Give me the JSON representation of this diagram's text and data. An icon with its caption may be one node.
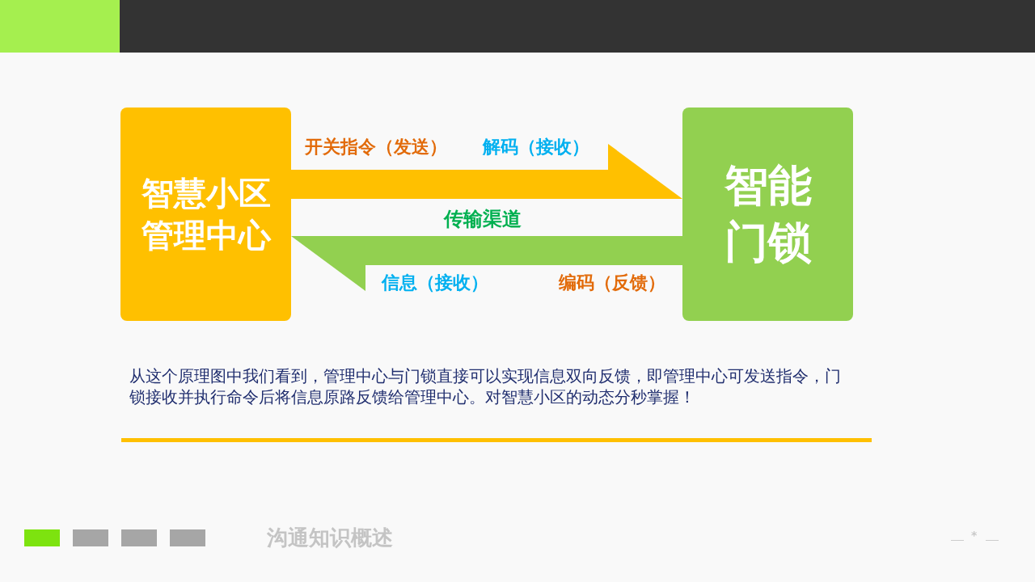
{
  "diagram": {
    "nodes": [
      {
        "text": [
          "智慧小区管理中心"
        ]
      },
      {
        "text": [
          "智能门锁"
        ]
      }
    ],
    "edges": [
      {
        "from": 0,
        "to": 1,
        "arrow": "to",
        "color": "#ffc000",
        "label": "开关指令（发送）"
      },
      {
        "from": 1,
        "to": 0,
        "arrow": "to",
        "color": "#92d050",
        "label": "编码（反馈）"
      }
    ],
    "labels": [
      "解码（接收）",
      "传输渠道",
      "信息（接收）",
      "从这个原理图中我们看到，管理中心与门锁直接可以实现信息双向反馈，即管理中心可发送指令，门锁接收并执行命令后将信息原路反馈给管理中心。对智慧小区的动态分秒掌握！",
      "沟通知识概述",
      "*"
    ]
  }
}
